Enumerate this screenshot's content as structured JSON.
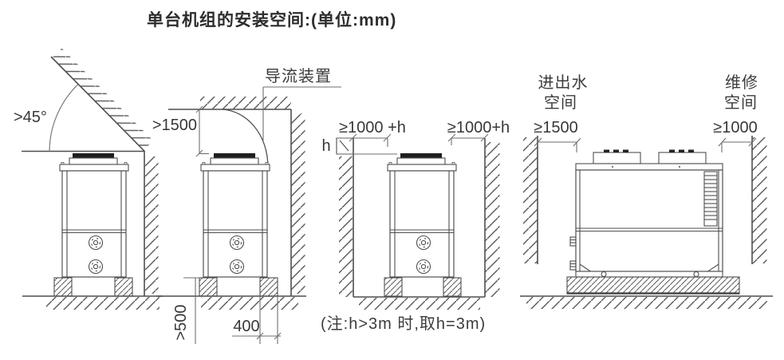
{
  "title": "单台机组的安装空间:(单位:mm)",
  "colors": {
    "object_line": "#4f4f4f",
    "thin_line": "#6e6e6e",
    "hatch_line": "#5a5a5a",
    "fan_dark": "#1e1e1e",
    "text": "#333333"
  },
  "diagrams": {
    "corner_45": {
      "angle": ">45°"
    },
    "deflector": {
      "device": "导流装置",
      "top_gap": ">1500",
      "base_height": ">500",
      "base_width": "400"
    },
    "between_walls": {
      "left_gap": "≥1000 +h",
      "right_gap": "≥1000+h",
      "wall_extra": "h",
      "note": "(注:h>3m 时,取h=3m)"
    },
    "horizontal_unit": {
      "water_label1": "进出水",
      "water_label2": "空间",
      "water_gap": "≥1500",
      "service_label1": "维修",
      "service_label2": "空间",
      "service_gap": "≥1000"
    }
  }
}
